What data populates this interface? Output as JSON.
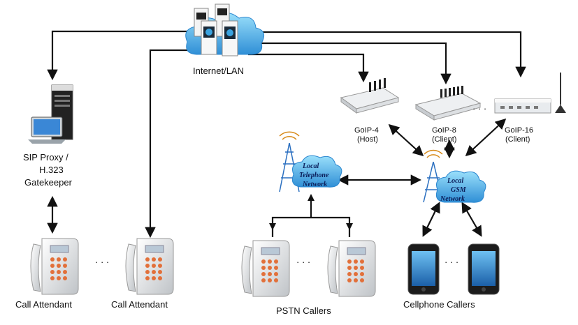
{
  "internet": {
    "label": "Internet/LAN"
  },
  "sip": {
    "line1": "SIP Proxy /",
    "line2": "H.323",
    "line3": "Gatekeeper"
  },
  "goip4": {
    "name": "GoIP-4",
    "role": "(Host)"
  },
  "goip8": {
    "name": "GoIP-8",
    "role": "(Client)"
  },
  "goip16": {
    "name": "GoIP-16",
    "role": "(Client)"
  },
  "telnet": {
    "line1": "Local",
    "line2": "Telephone",
    "line3": "Network"
  },
  "gsmnet": {
    "line1": "Local",
    "line2": "GSM",
    "line3": "Network"
  },
  "groups": {
    "call_attendant_1": "Call Attendant",
    "call_attendant_2": "Call Attendant",
    "pstn": "PSTN Callers",
    "cell": "Cellphone Callers"
  },
  "ellipsis": "· · ·",
  "colors": {
    "line": "#111111",
    "cloud": "#3aa3e0",
    "cloud_light": "#7fd0f7",
    "keypad": "#e2703a"
  }
}
